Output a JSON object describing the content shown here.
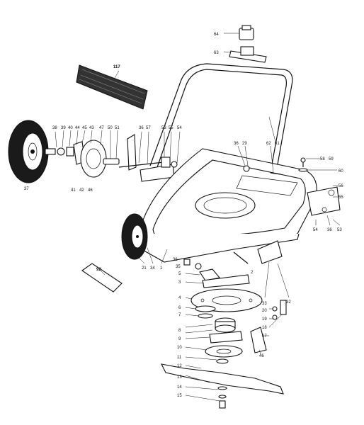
{
  "diagram": {
    "callouts": {
      "c117": "117",
      "c92": "92",
      "c64": "64",
      "c63": "63",
      "c61": "61",
      "c62": "62",
      "c36a": "36",
      "c29": "29",
      "c58": "58",
      "c59": "59",
      "c60": "60",
      "c56": "56",
      "c55": "55",
      "c53b": "53",
      "c54b": "54",
      "c36b": "36",
      "c38": "38",
      "c39": "39",
      "c40": "40",
      "c44": "44",
      "c45": "45",
      "c43": "43",
      "c47": "47",
      "c50": "50",
      "c51": "51",
      "c36c": "36",
      "c57": "57",
      "c53a": "53",
      "c55a": "55",
      "c54a": "54",
      "c37": "37",
      "c41": "41",
      "c42": "42",
      "c46a": "46",
      "c21": "21",
      "c34": "34",
      "c1": "1",
      "c36d": "36",
      "c35": "35",
      "c2": "2",
      "c5": "5",
      "c3": "3",
      "c4": "4",
      "c6": "6",
      "c7": "7",
      "c8": "8",
      "c9": "9",
      "c10": "10",
      "c11": "11",
      "c12": "12",
      "c13": "13",
      "c14": "14",
      "c15": "15",
      "c33": "33",
      "c32": "32",
      "c20": "20",
      "c19": "19",
      "c18": "18",
      "c17": "17",
      "c46b": "46"
    }
  }
}
